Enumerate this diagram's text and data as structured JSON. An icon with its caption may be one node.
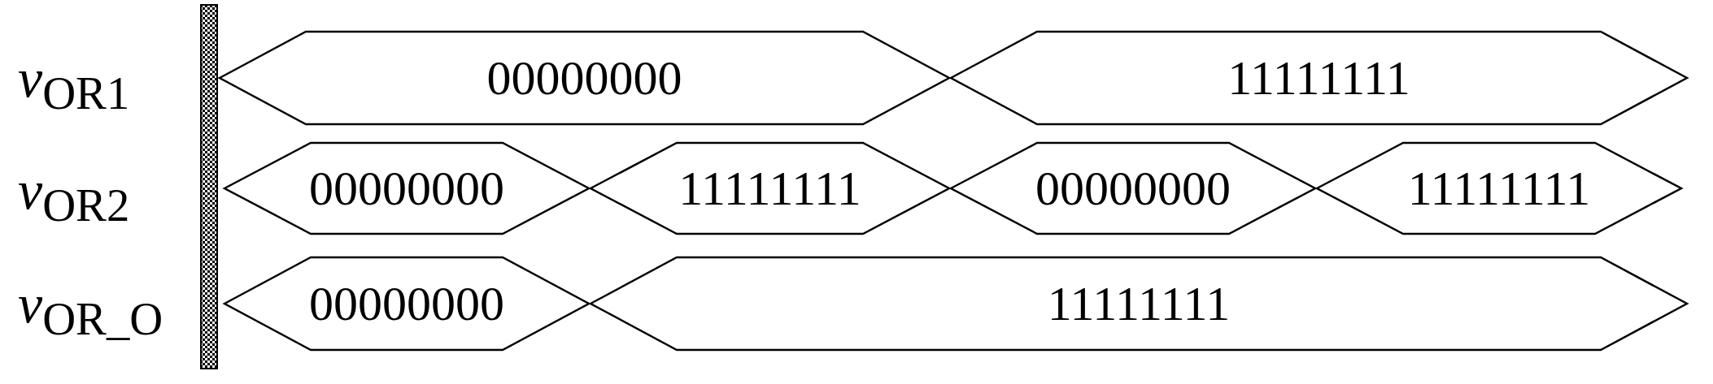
{
  "diagram": {
    "nodes": [
      {
        "text": [
          "00000000"
        ]
      },
      {
        "text": [
          "11111111"
        ]
      },
      {
        "text": [
          "00000000"
        ]
      },
      {
        "text": [
          "11111111"
        ]
      },
      {
        "text": [
          "00000000"
        ]
      },
      {
        "text": [
          "11111111"
        ]
      },
      {
        "text": [
          "00000000"
        ]
      },
      {
        "text": [
          "11111111"
        ]
      },
      {
        "text": [],
        "shape": "bar"
      }
    ],
    "edges": [],
    "labels": [
      "*v*$_{OR1}$",
      "*v*$_{OR2}$",
      "*v*$_{OR_O}$"
    ]
  }
}
